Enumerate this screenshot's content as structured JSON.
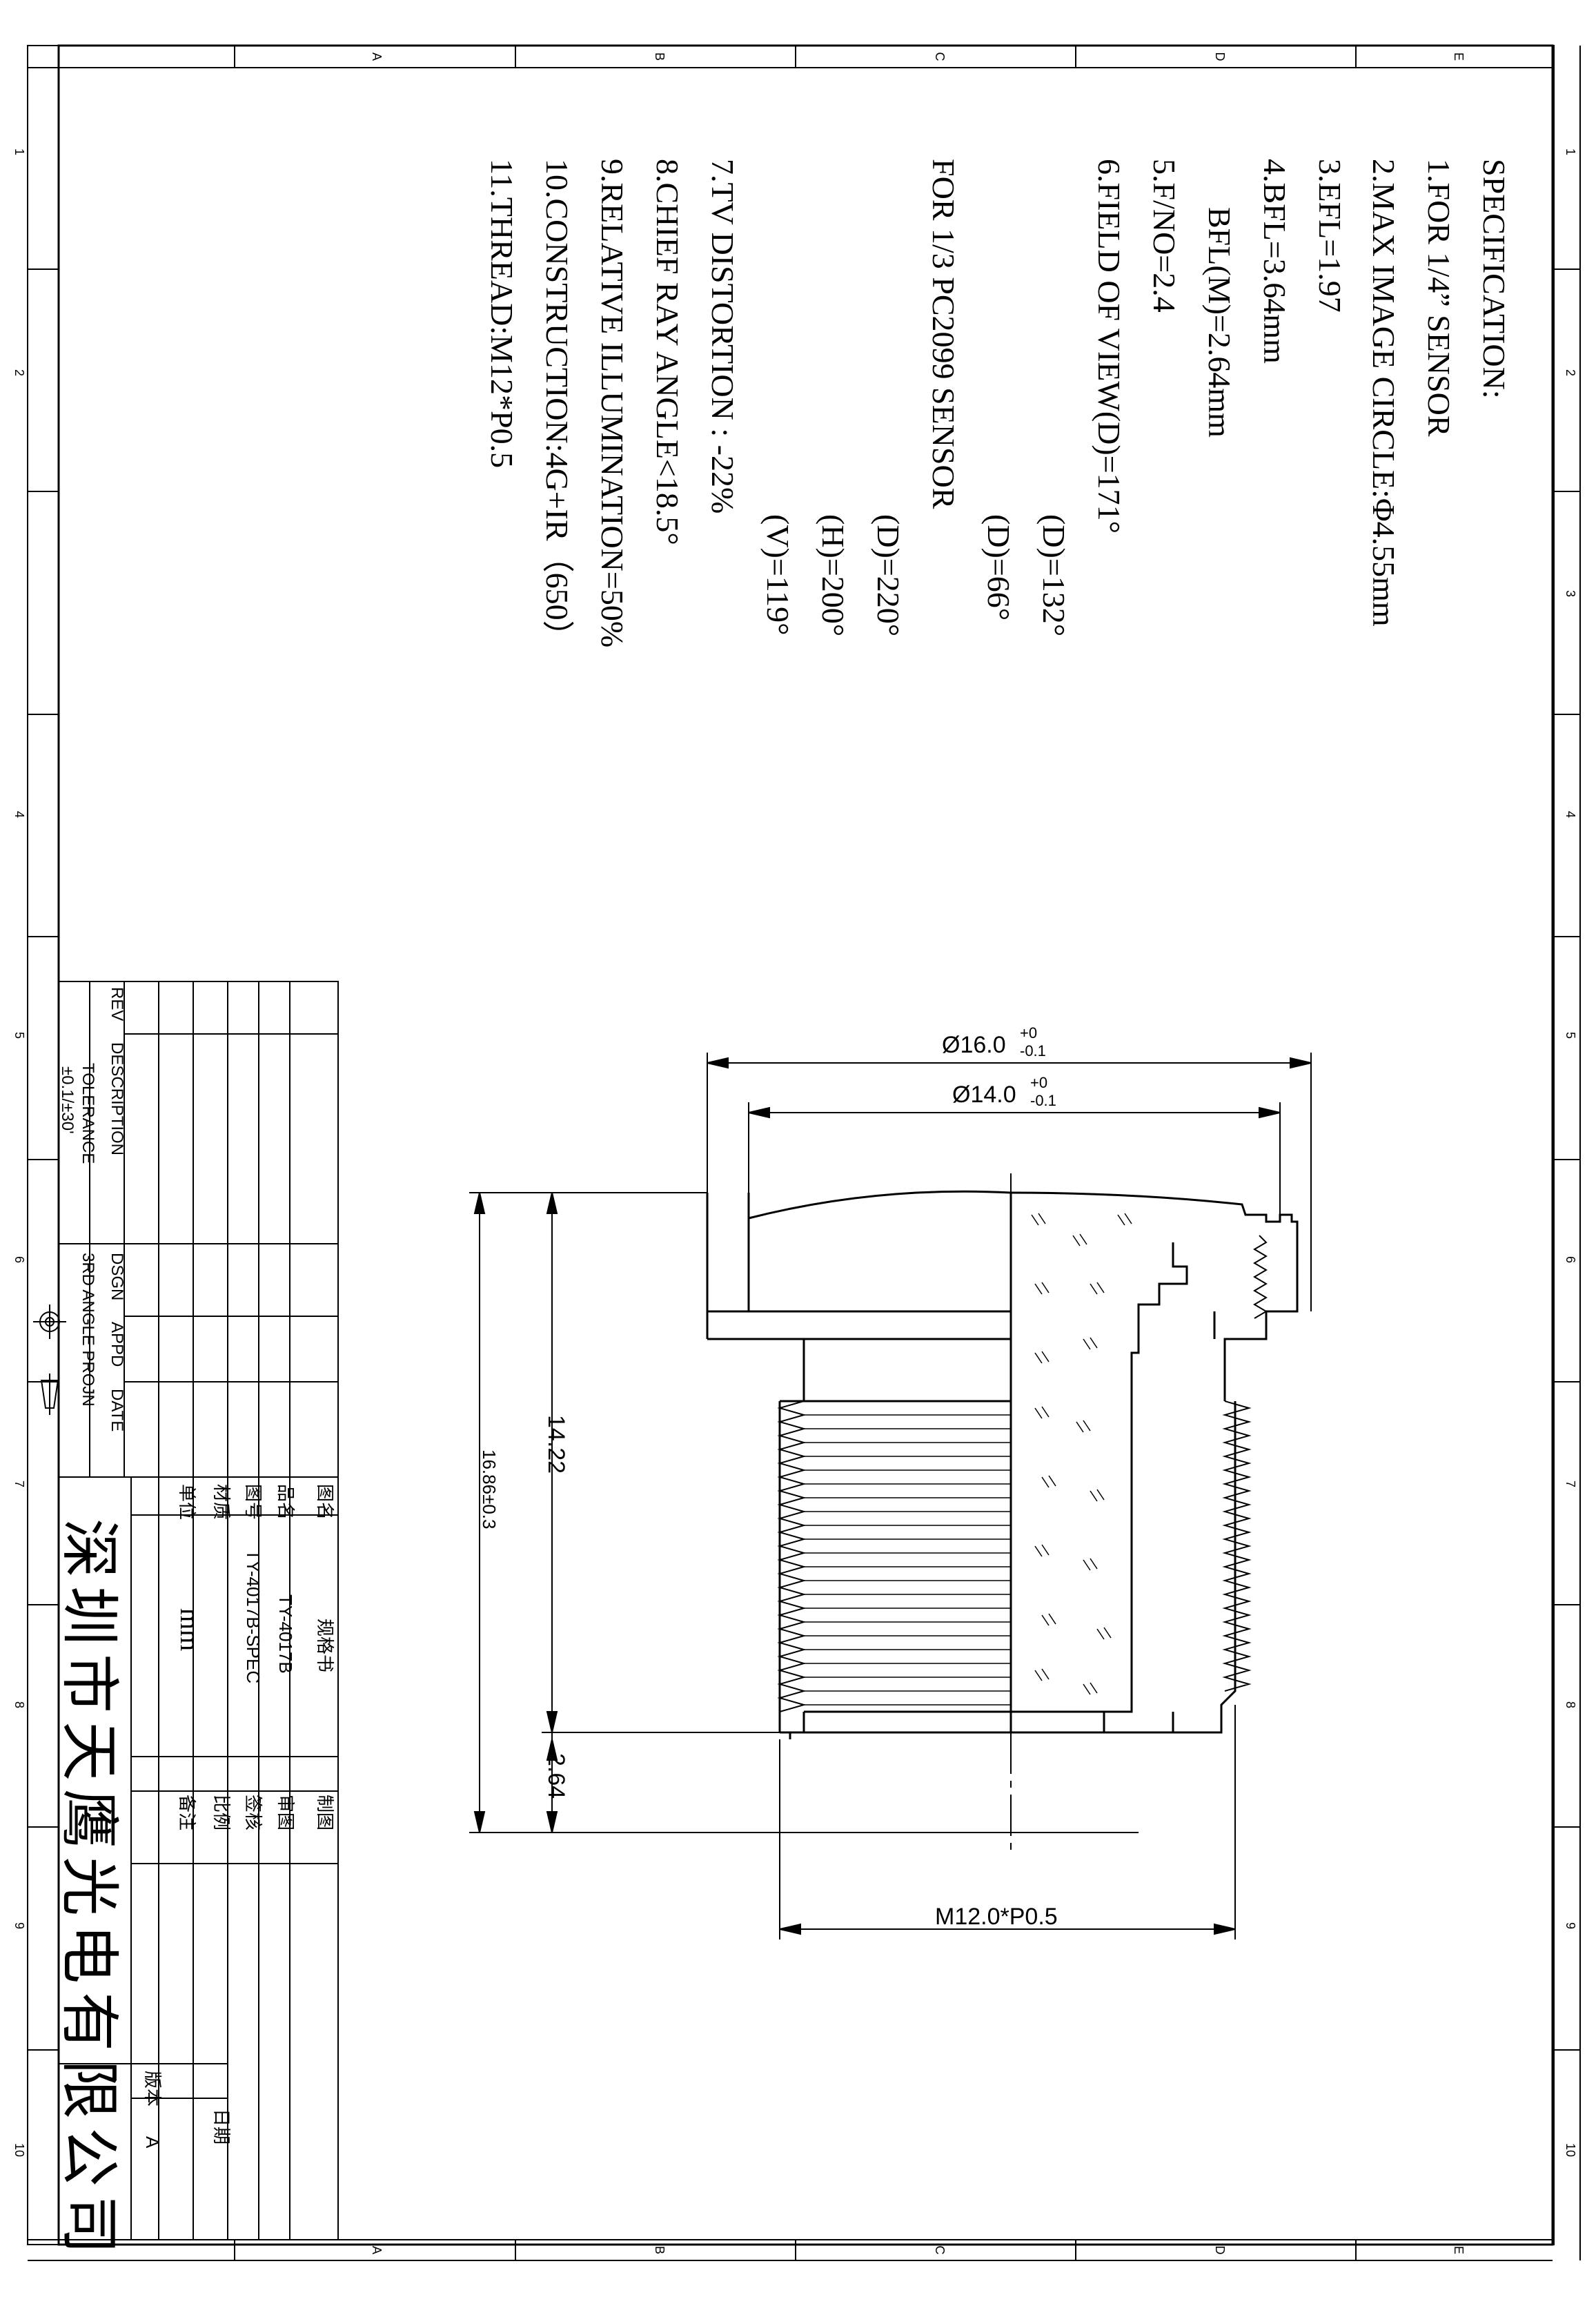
{
  "zone_letters": [
    "A",
    "B",
    "C",
    "D",
    "E"
  ],
  "zone_numbers": [
    "1",
    "2",
    "3",
    "4",
    "5",
    "6",
    "7",
    "8",
    "9",
    "10"
  ],
  "spec": {
    "heading": "SPECIFICATION:",
    "lines": [
      "1.FOR 1/4”  SENSOR",
      "2.MAX IMAGE CIRCLE:Φ4.55mm",
      "3.EFL=1.97",
      "4.BFL=3.64mm",
      "BFL(M)=2.64mm",
      "5.F/NO=2.4",
      "6.FIELD OF VIEW(D)=171°",
      "(D)=132°",
      "(D)=66°",
      "FOR 1/3 PC2099 SENSOR",
      "(D)=220°",
      "(H)=200°",
      "(V)=119°",
      "7.TV DISTORTION : -22%",
      "8.CHIEF RAY ANGLE<18.5°",
      "9.RELATIVE ILLUMINATION=50%",
      "10.CONSTRUCTION:4G+IR（650）",
      "11.THREAD:M12*P0.5"
    ]
  },
  "dimensions": {
    "outer_diameter": "Ø16.0",
    "outer_tol_upper": "+0",
    "outer_tol_lower": "-0.1",
    "inner_diameter": "Ø14.0",
    "inner_tol_upper": "+0",
    "inner_tol_lower": "-0.1",
    "length_thread": "14.22",
    "length_total": "16.86±0.3",
    "back_flange": "2.64",
    "thread_callout": "M12.0*P0.5"
  },
  "revision_block": {
    "col_rev": "REV",
    "col_description": "DESCRIPTION",
    "col_dsgn": "DSGN",
    "col_appd": "APPD",
    "col_date": "DATE",
    "tolerance_label": "TOLERANCE",
    "tolerance_value": "±0.1/±30'",
    "projection_label": "3RD ANGLE PROJN"
  },
  "title_block": {
    "label_name": "图名",
    "value_name": "规格书",
    "label_product": "品名",
    "value_product": "TY-4017B",
    "label_drawing_no": "图号",
    "value_drawing_no": "TY-4017B-SPEC",
    "label_material": "材质",
    "value_material": "",
    "label_unit": "单位",
    "value_unit": "mm",
    "label_drafted": "制图",
    "label_checked": "审图",
    "label_approved": "签核",
    "label_scale": "比例",
    "label_remark": "备注",
    "label_date": "日期",
    "label_version": "版本",
    "value_version": "A",
    "company": "深圳市天鹰光电有限公司"
  }
}
